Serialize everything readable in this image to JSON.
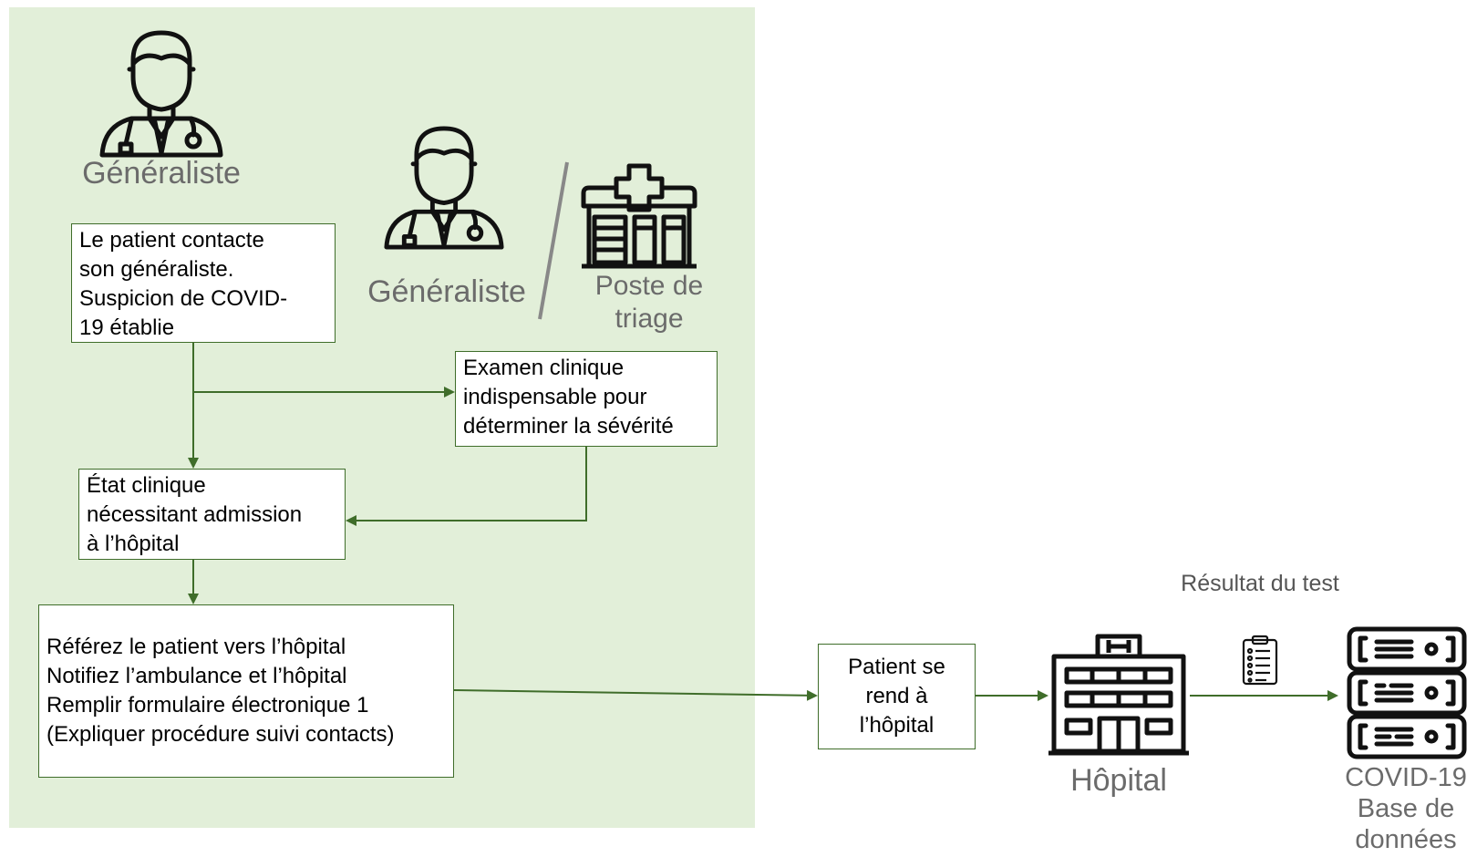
{
  "colors": {
    "panel": "#e2efd9",
    "arrow": "#3f6d2a",
    "box_border": "#3f6d2a",
    "label": "#6b6b6b"
  },
  "actors": {
    "gp_top": {
      "label": "Généraliste",
      "icon": "doctor-icon"
    },
    "gp_mid": {
      "label": "Généraliste",
      "icon": "doctor-icon"
    },
    "triage": {
      "label": "Poste de\ntriage",
      "icon": "clinic-icon"
    },
    "hospital": {
      "label": "Hôpital",
      "icon": "hospital-icon"
    },
    "database": {
      "label": "COVID-19\nBase de\ndonnées",
      "icon": "server-icon"
    }
  },
  "steps": {
    "contact": "Le patient contacte\nson généraliste.\nSuspicion de COVID-\n19 établie",
    "exam": "Examen clinique\nindispensable pour\ndéterminer la sévérité",
    "admission": "État clinique\nnécessitant admission\nà l’hôpital",
    "refer": "Référez le patient vers l’hôpital\nNotifiez l’ambulance et l’hôpital\nRemplir formulaire électronique 1\n(Expliquer procédure suivi contacts)",
    "go_hospital": "Patient se\nrend à\nl’hôpital"
  },
  "edge_labels": {
    "test_result": "Résultat du test",
    "test_result_icon": "clipboard-icon"
  }
}
